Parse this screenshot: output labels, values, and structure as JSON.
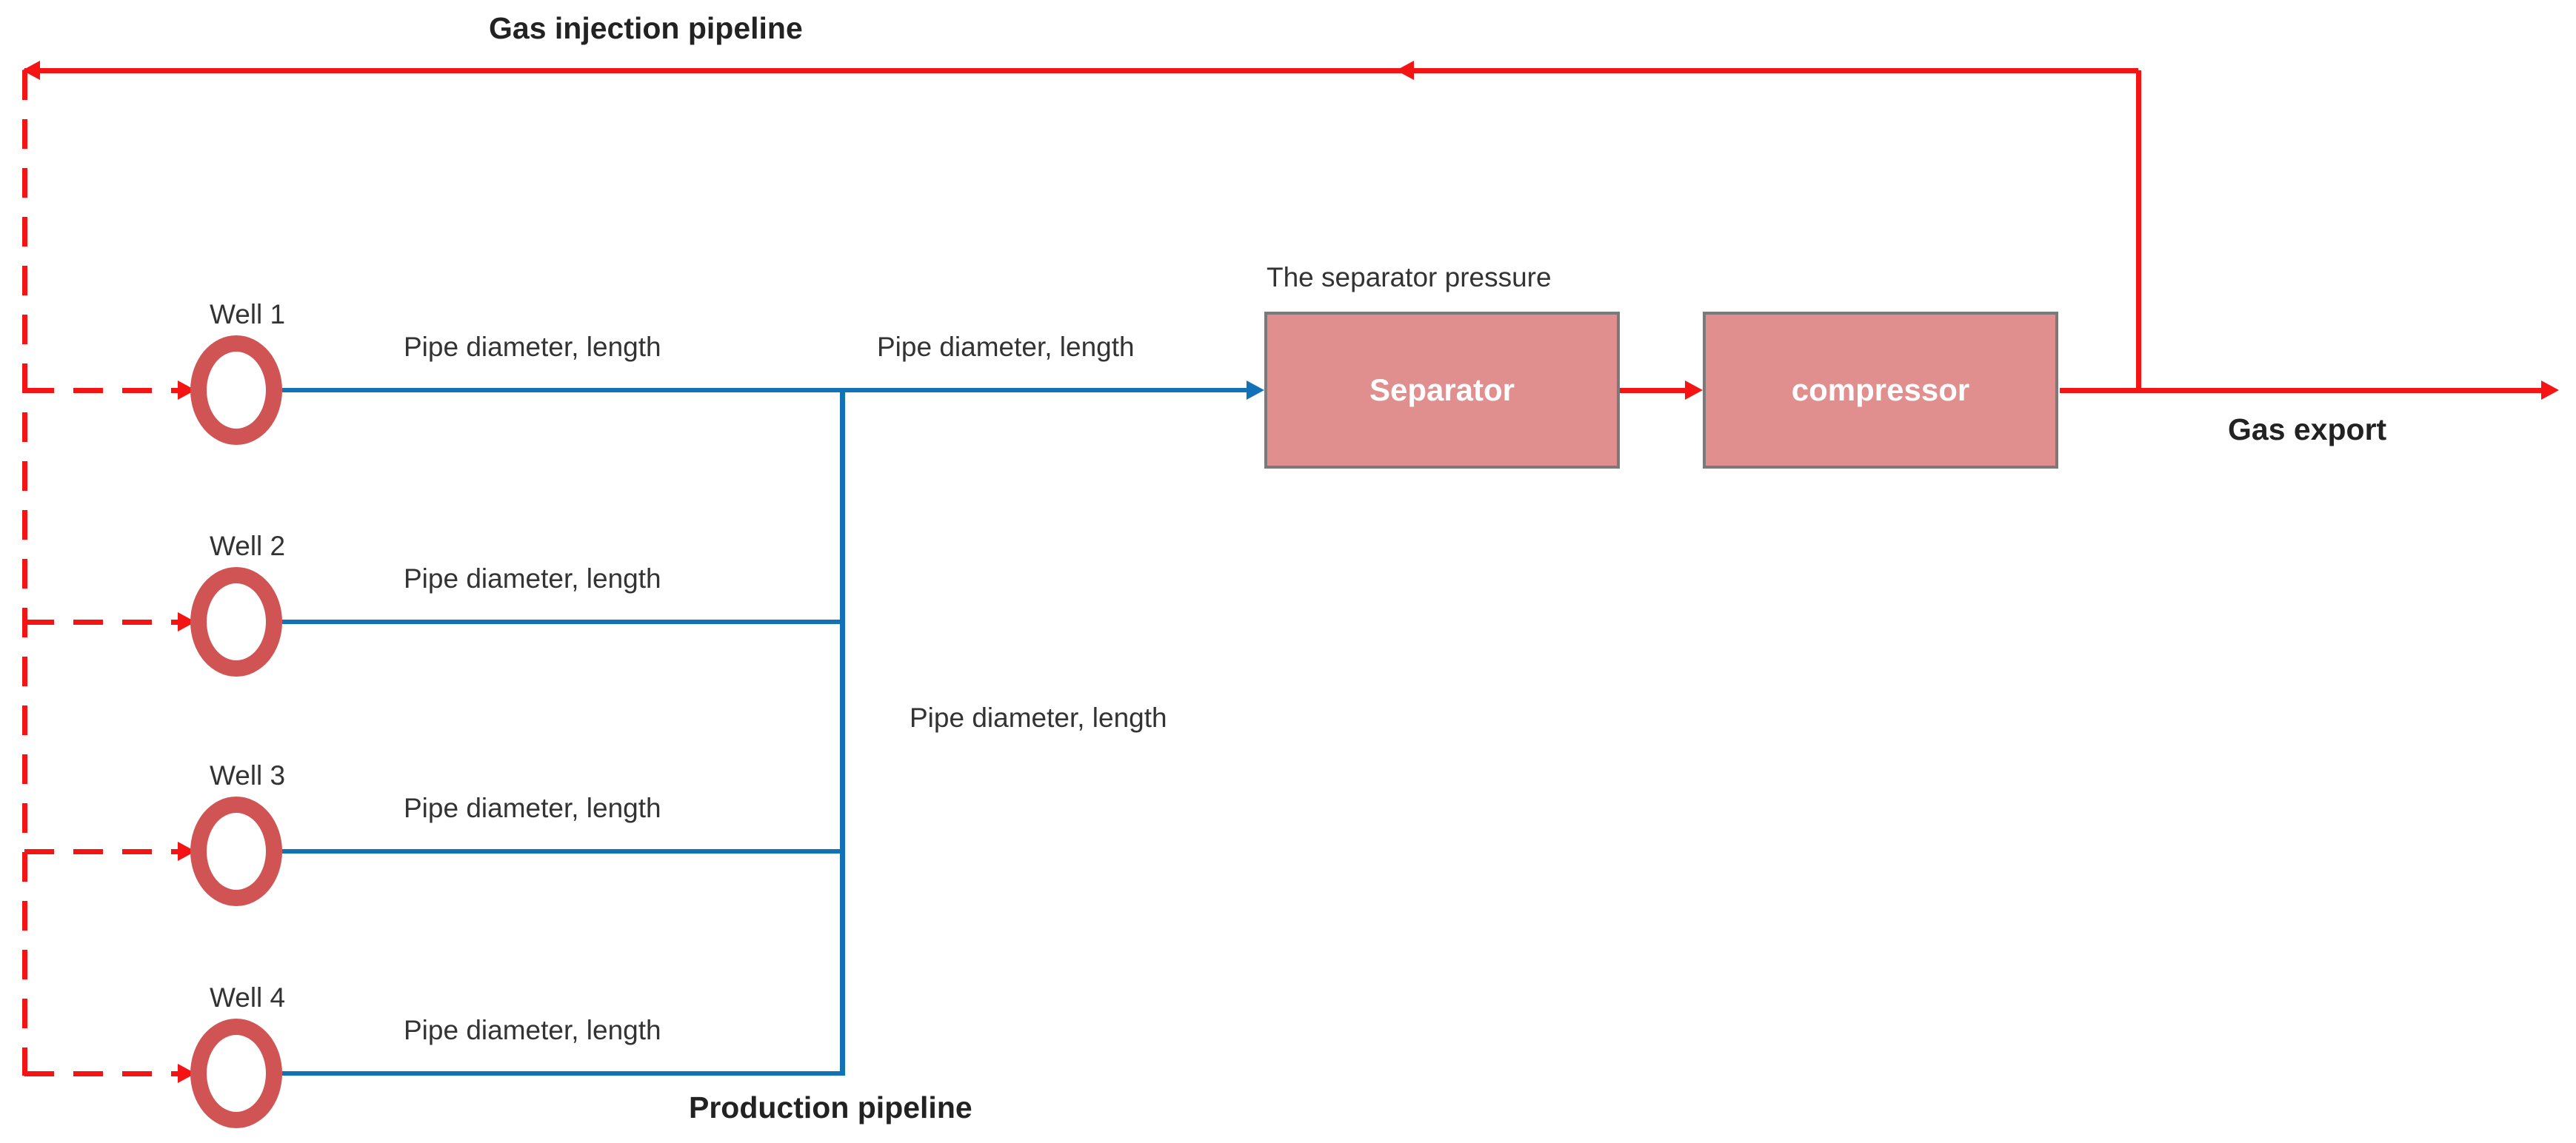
{
  "diagram": {
    "title_top": "Gas injection pipeline",
    "title_bottom": "Production pipeline",
    "labels": {
      "pipe_segment": "Pipe diameter, length",
      "separator_pressure": "The separator pressure",
      "gas_export": "Gas export"
    },
    "equipment": {
      "separator": "Separator",
      "compressor": "compressor"
    },
    "wells": [
      {
        "label": "Well 1"
      },
      {
        "label": "Well 2"
      },
      {
        "label": "Well 3"
      },
      {
        "label": "Well 4"
      }
    ],
    "colors": {
      "pipeline_red": "#f41414",
      "pipeline_blue": "#1272b8",
      "equipment_fill": "#e08e8e",
      "equipment_border": "#7a7a7a",
      "well_ring": "#d05454",
      "text": "#333333"
    }
  }
}
